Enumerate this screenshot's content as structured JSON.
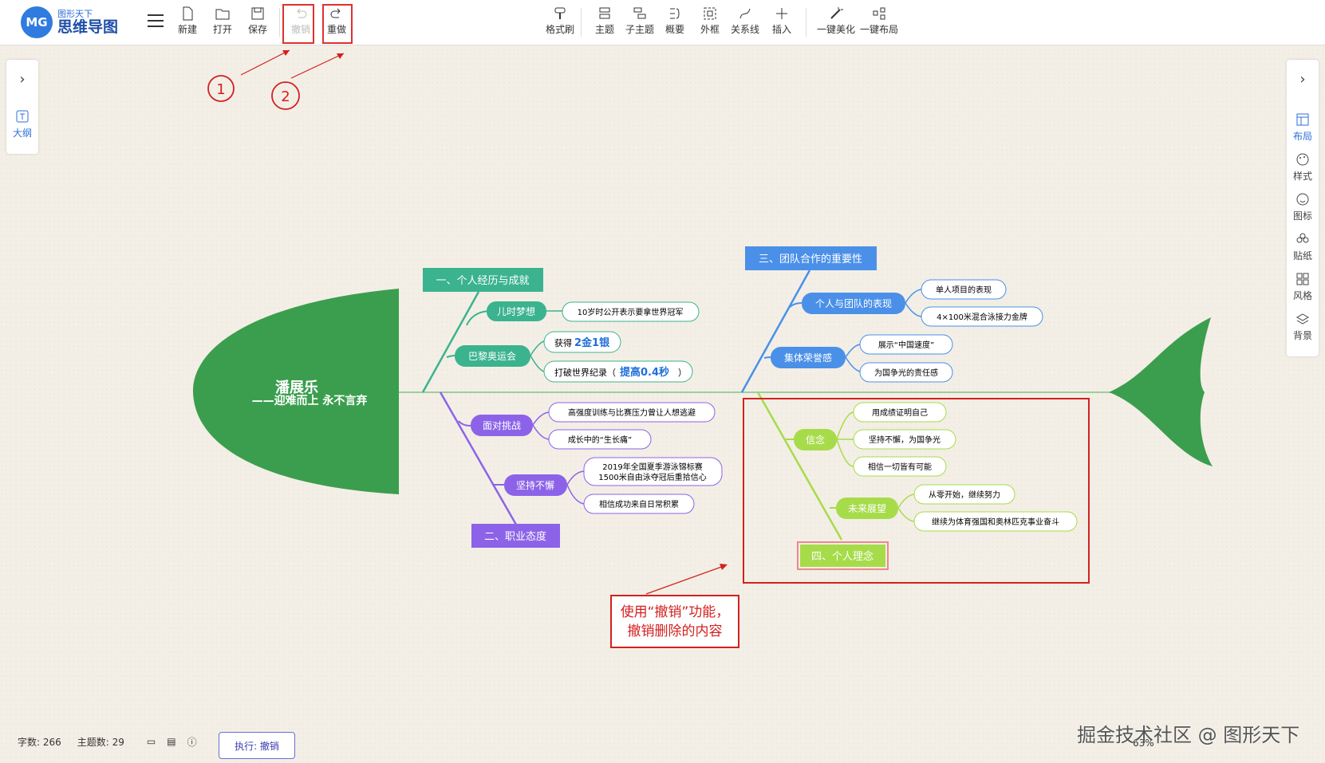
{
  "app": {
    "logo_small": "图形天下",
    "logo_big": "思维导图",
    "logo_mark": "MG"
  },
  "toolbar": {
    "new": "新建",
    "open": "打开",
    "save": "保存",
    "undo": "撤销",
    "redo": "重做",
    "format_brush": "格式刷",
    "topic": "主题",
    "subtopic": "子主题",
    "summary": "概要",
    "frame": "外框",
    "relation": "关系线",
    "insert": "插入",
    "beautify": "一键美化",
    "layout": "一键布局"
  },
  "annotations": {
    "marker1": "1",
    "marker2": "2",
    "callout_line1": "使用“撤销”功能，",
    "callout_line2": "撤销删除的内容"
  },
  "left_panel": {
    "outline": "大纲"
  },
  "right_panel": {
    "layout": "布局",
    "style": "样式",
    "icon": "图标",
    "sticker": "贴纸",
    "theme_style": "风格",
    "background": "背景"
  },
  "mindmap": {
    "central_title": "潘展乐",
    "central_subtitle": "——迎难而上 永不言弃",
    "branch1": {
      "title": "一、个人经历与成就",
      "color": "#3bb38e",
      "sub1": "儿时梦想",
      "sub1_items": [
        "10岁时公开表示要拿世界冠军"
      ],
      "sub2": "巴黎奥运会",
      "sub2_items": [
        {
          "prefix": "获得",
          "highlight": "2金1银"
        },
        {
          "prefix": "打破世界纪录（",
          "highlight": "提高0.4秒",
          "suffix": "）"
        }
      ]
    },
    "branch2": {
      "title": "二、职业态度",
      "color": "#8c63e8",
      "sub1": "面对挑战",
      "sub1_items": [
        "高强度训练与比赛压力曾让人想逃避",
        "成长中的“生长痛”"
      ],
      "sub2": "坚持不懈",
      "sub2_items": [
        "2019年全国夏季游泳锦标赛",
        "1500米自由泳夺冠后重拾信心",
        "相信成功来自日常积累"
      ]
    },
    "branch3": {
      "title": "三、团队合作的重要性",
      "color": "#4a90e8",
      "sub1": "个人与团队的表现",
      "sub1_items": [
        "单人项目的表现",
        "4×100米混合泳接力金牌"
      ],
      "sub2": "集体荣誉感",
      "sub2_items": [
        "展示“中国速度”",
        "为国争光的责任感"
      ]
    },
    "branch4": {
      "title": "四、个人理念",
      "color": "#a6dc4a",
      "sub1": "信念",
      "sub1_items": [
        "用成绩证明自己",
        "坚持不懈，为国争光",
        "相信一切皆有可能"
      ],
      "sub2": "未来展望",
      "sub2_items": [
        "从零开始，继续努力",
        "继续为体育强国和奥林匹克事业奋斗"
      ]
    }
  },
  "status": {
    "word_count": "字数: 266",
    "topic_count": "主题数: 29",
    "exec": "执行: 撤销"
  },
  "zoom": {
    "value": "63%"
  },
  "watermark": "掘金技术社区 @ 图形天下"
}
